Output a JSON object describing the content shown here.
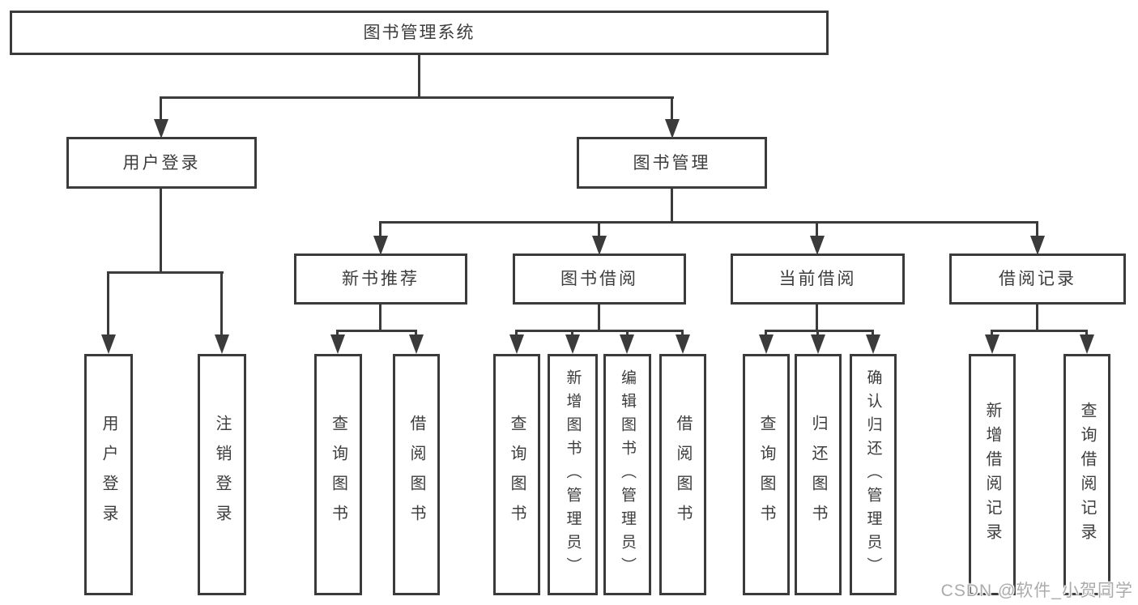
{
  "tree": {
    "root": "图书管理系统",
    "branches": [
      {
        "label": "用户登录",
        "children": [
          "用户登录",
          "注销登录"
        ]
      },
      {
        "label": "图书管理",
        "groups": [
          {
            "label": "新书推荐",
            "children": [
              "查询图书",
              "借阅图书"
            ]
          },
          {
            "label": "图书借阅",
            "children": [
              "查询图书",
              "新增图书（管理员）",
              "编辑图书（管理员）",
              "借阅图书"
            ]
          },
          {
            "label": "当前借阅",
            "children": [
              "查询图书",
              "归还图书",
              "确认归还（管理员）"
            ]
          },
          {
            "label": "借阅记录",
            "children": [
              "新增借阅记录",
              "查询借阅记录"
            ]
          }
        ]
      }
    ]
  },
  "watermark": "CSDN @软件_小贺同学",
  "colors": {
    "line": "#3b3b3b",
    "text": "#3d3d3d",
    "watermark": "#ababab",
    "background": "#ffffff"
  }
}
